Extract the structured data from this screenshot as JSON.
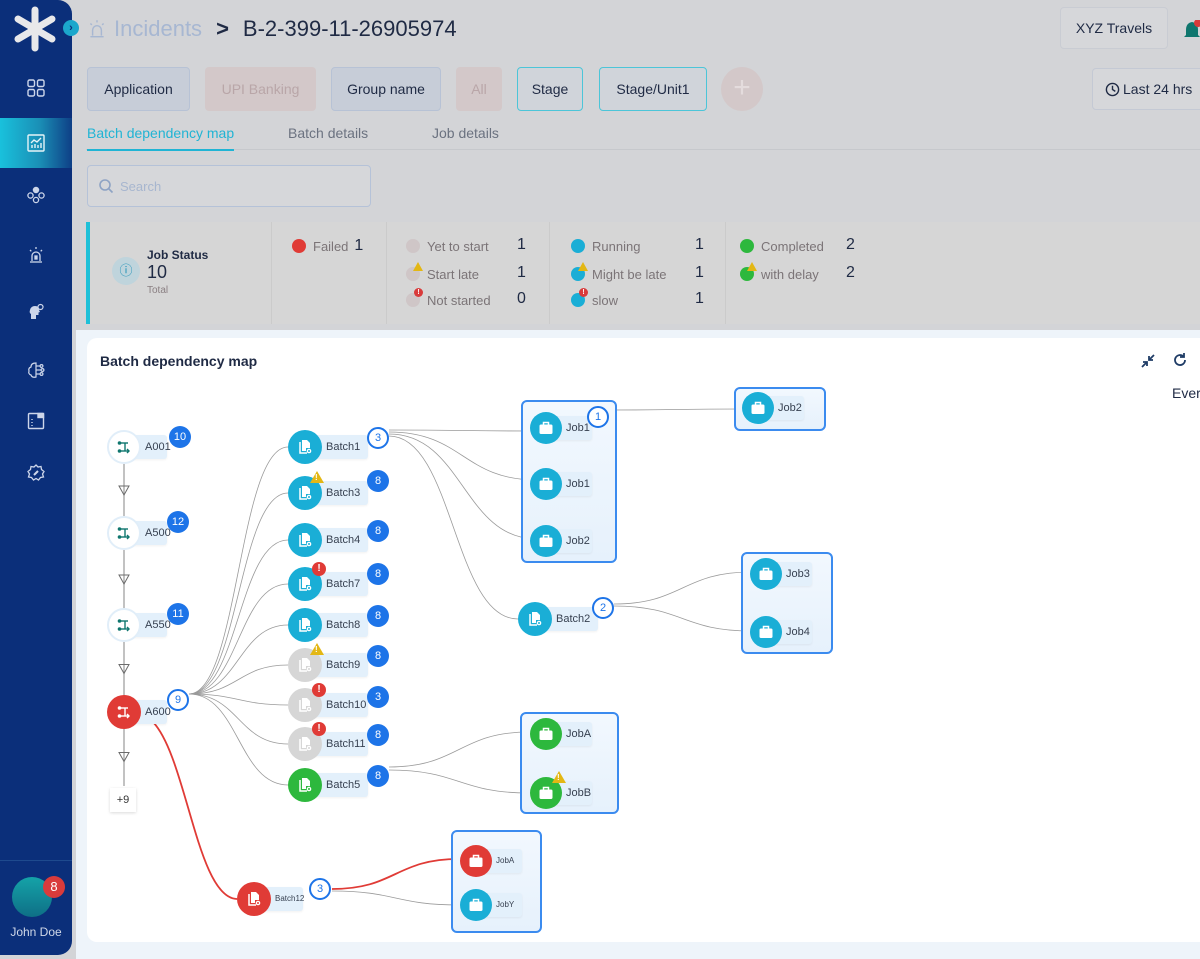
{
  "header": {
    "breadcrumb_root": "Incidents",
    "breadcrumb_sep": ">",
    "incident_id": "B-2-399-11-26905974",
    "org_name": "XYZ Travels"
  },
  "filters": {
    "items": [
      {
        "label": "Application",
        "style": "blue"
      },
      {
        "label": "UPI Banking",
        "style": "pink"
      },
      {
        "label": "Group name",
        "style": "blue"
      },
      {
        "label": "All",
        "style": "pink"
      },
      {
        "label": "Stage",
        "style": "outline"
      },
      {
        "label": "Stage/Unit1",
        "style": "outline"
      }
    ],
    "add_label": "+",
    "time_range": "Last 24 hrs"
  },
  "tabs": [
    {
      "label": "Batch dependency map",
      "active": true
    },
    {
      "label": "Batch details",
      "active": false
    },
    {
      "label": "Job details",
      "active": false
    }
  ],
  "search": {
    "placeholder": "Search",
    "value": ""
  },
  "job_status": {
    "title": "Job Status",
    "total": "10",
    "total_label": "Total",
    "failed": {
      "label": "Failed",
      "value": "1"
    },
    "yet_to_start": {
      "label": "Yet to start",
      "value": "1"
    },
    "start_late": {
      "label": "Start late",
      "value": "1"
    },
    "not_started": {
      "label": "Not started",
      "value": "0"
    },
    "running": {
      "label": "Running",
      "value": "1"
    },
    "might_be_late": {
      "label": "Might be late",
      "value": "1"
    },
    "slow": {
      "label": "slow",
      "value": "1"
    },
    "completed": {
      "label": "Completed",
      "value": "2"
    },
    "with_delay": {
      "label": "with delay",
      "value": "2"
    }
  },
  "colors": {
    "failed": "#e03b36",
    "running": "#1aaed6",
    "completed": "#2db83d",
    "not_started": "#d6d6d6",
    "badge": "#1d74e8",
    "sidebar": "#0b2f7a",
    "accent": "#20b4d4"
  },
  "map": {
    "title": "Batch dependency map",
    "events_label": "Ever",
    "apps": [
      {
        "name": "A001",
        "count": "10",
        "status": "normal"
      },
      {
        "name": "A500",
        "count": "12",
        "status": "normal"
      },
      {
        "name": "A550",
        "count": "11",
        "status": "normal"
      },
      {
        "name": "A600",
        "count": "9",
        "status": "failed"
      }
    ],
    "more_apps": "+9",
    "batches": [
      {
        "name": "Batch1",
        "count": "3",
        "status": "running",
        "flag": ""
      },
      {
        "name": "Batch3",
        "count": "8",
        "status": "running",
        "flag": "warn"
      },
      {
        "name": "Batch4",
        "count": "8",
        "status": "running",
        "flag": ""
      },
      {
        "name": "Batch7",
        "count": "8",
        "status": "running",
        "flag": "error"
      },
      {
        "name": "Batch8",
        "count": "8",
        "status": "running",
        "flag": ""
      },
      {
        "name": "Batch9",
        "count": "8",
        "status": "idle",
        "flag": "warn"
      },
      {
        "name": "Batch10",
        "count": "3",
        "status": "idle",
        "flag": "error"
      },
      {
        "name": "Batch11",
        "count": "8",
        "status": "idle",
        "flag": "error"
      },
      {
        "name": "Batch5",
        "count": "8",
        "status": "completed",
        "flag": ""
      },
      {
        "name": "Batch2",
        "count": "2",
        "status": "running",
        "flag": ""
      },
      {
        "name": "Batch12",
        "count": "3",
        "status": "failed",
        "flag": ""
      }
    ],
    "jobs": [
      {
        "name": "Job1",
        "count": "1",
        "status": "running"
      },
      {
        "name": "Job1",
        "status": "running"
      },
      {
        "name": "Job2",
        "status": "running"
      },
      {
        "name": "Job2",
        "status": "running"
      },
      {
        "name": "Job3",
        "status": "running"
      },
      {
        "name": "Job4",
        "status": "running"
      },
      {
        "name": "JobA",
        "status": "completed"
      },
      {
        "name": "JobB",
        "status": "completed",
        "flag": "warn"
      },
      {
        "name": "JobA",
        "status": "failed"
      },
      {
        "name": "JobY",
        "status": "running"
      }
    ]
  },
  "user": {
    "name": "John Doe",
    "notifications": "8"
  }
}
